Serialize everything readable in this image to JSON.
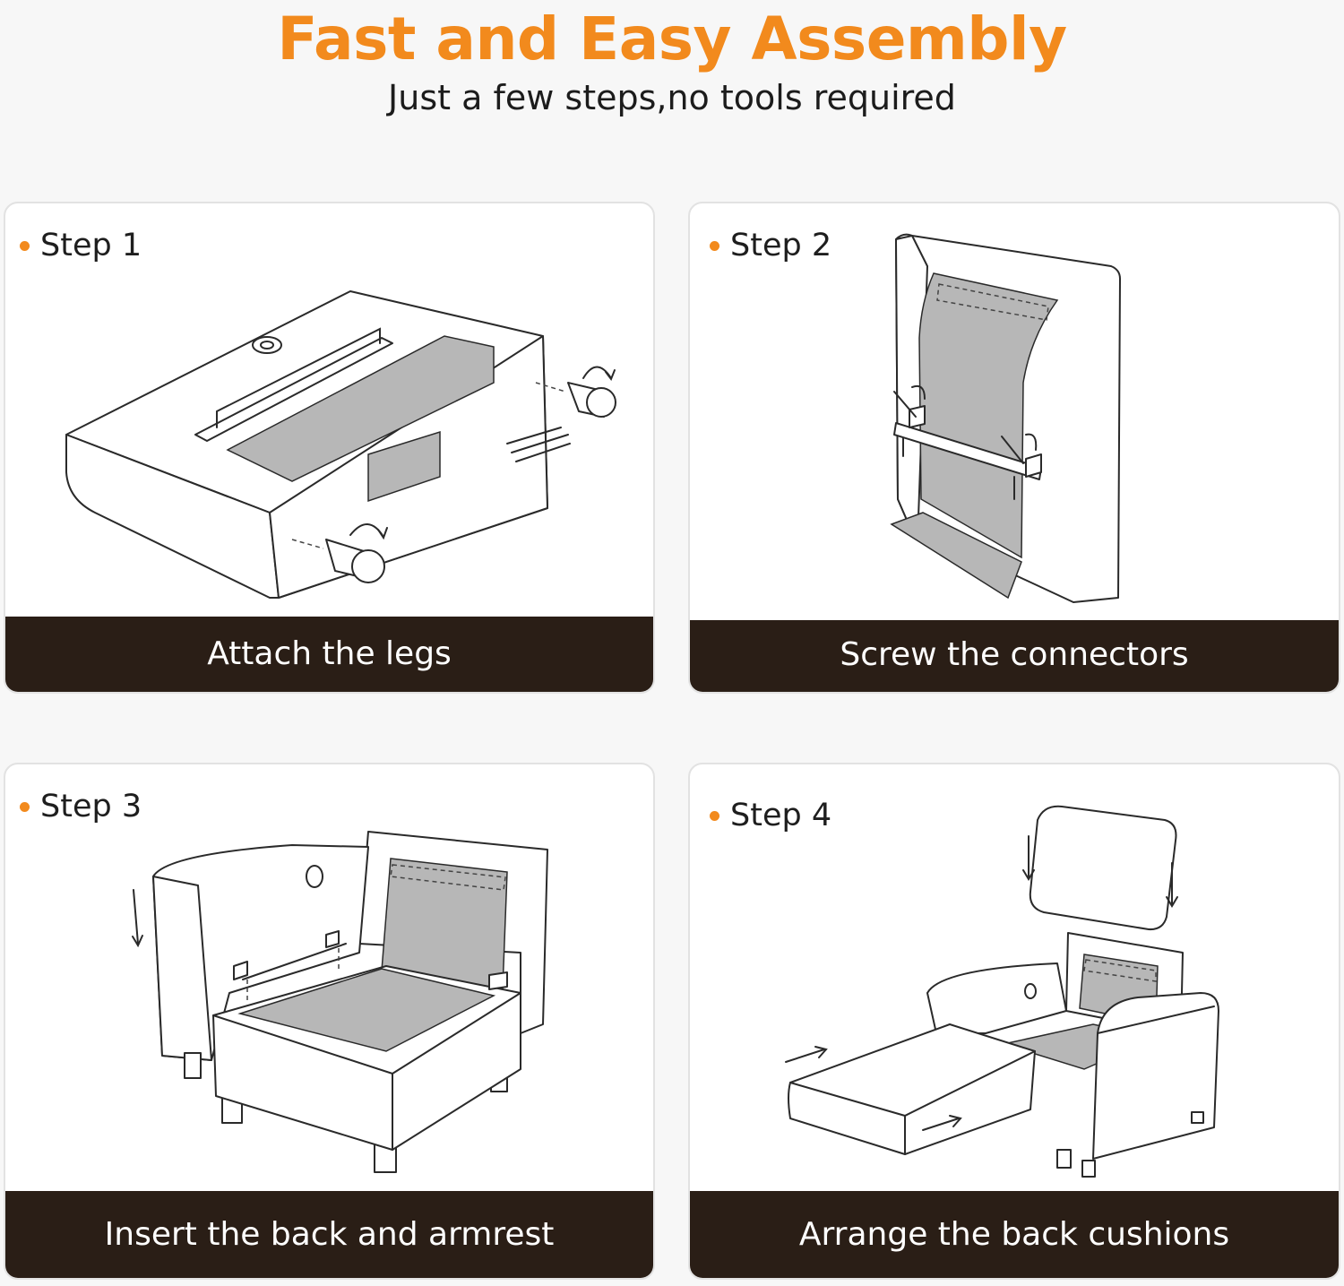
{
  "header": {
    "title": "Fast and Easy Assembly",
    "subtitle": "Just a few steps,no tools required"
  },
  "colors": {
    "accent": "#f28a1d",
    "bar": "#2a1e16",
    "background": "#f7f7f7"
  },
  "steps": [
    {
      "label": "Step 1",
      "caption": "Attach the legs"
    },
    {
      "label": "Step 2",
      "caption": "Screw the connectors"
    },
    {
      "label": "Step 3",
      "caption": "Insert the back and armrest"
    },
    {
      "label": "Step 4",
      "caption": "Arrange the back cushions"
    }
  ]
}
